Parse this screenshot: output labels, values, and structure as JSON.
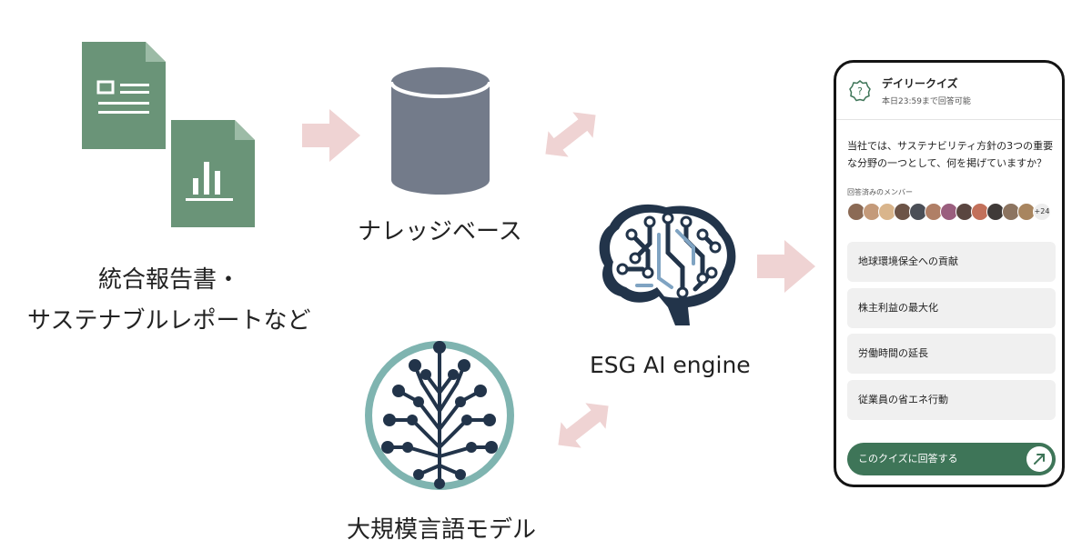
{
  "captions": {
    "documents": [
      "統合報告書・",
      "サステナブルレポートなど"
    ],
    "knowledge_base": "ナレッジベース",
    "llm": "大規模言語モデル",
    "engine": "ESG AI engine"
  },
  "quiz_card": {
    "title": "デイリークイズ",
    "deadline": "本日23:59まで回答可能",
    "question": "当社では、サステナビリティ方針の3つの重要な分野の一つとして、何を掲げていますか？",
    "members_label": "回答済みのメンバー",
    "member_count": "+24",
    "options": [
      "地球環境保全への貢献",
      "株主利益の最大化",
      "労働時間の延長",
      "従業員の省エネ行動"
    ],
    "cta_label": "このクイズに回答する"
  },
  "icons": {
    "documents": "document-icons",
    "database": "database-icon",
    "brain": "circuit-brain-icon",
    "network": "neural-tree-icon",
    "quiz": "question-badge-icon",
    "cta": "arrow-up-right-icon"
  },
  "colors": {
    "doc_green": "#6a9478",
    "db_gray": "#737b8a",
    "arrow_pink": "#efd3d3",
    "navy": "#22344a",
    "teal": "#7fb4b0",
    "accent_green": "#3e7558"
  }
}
